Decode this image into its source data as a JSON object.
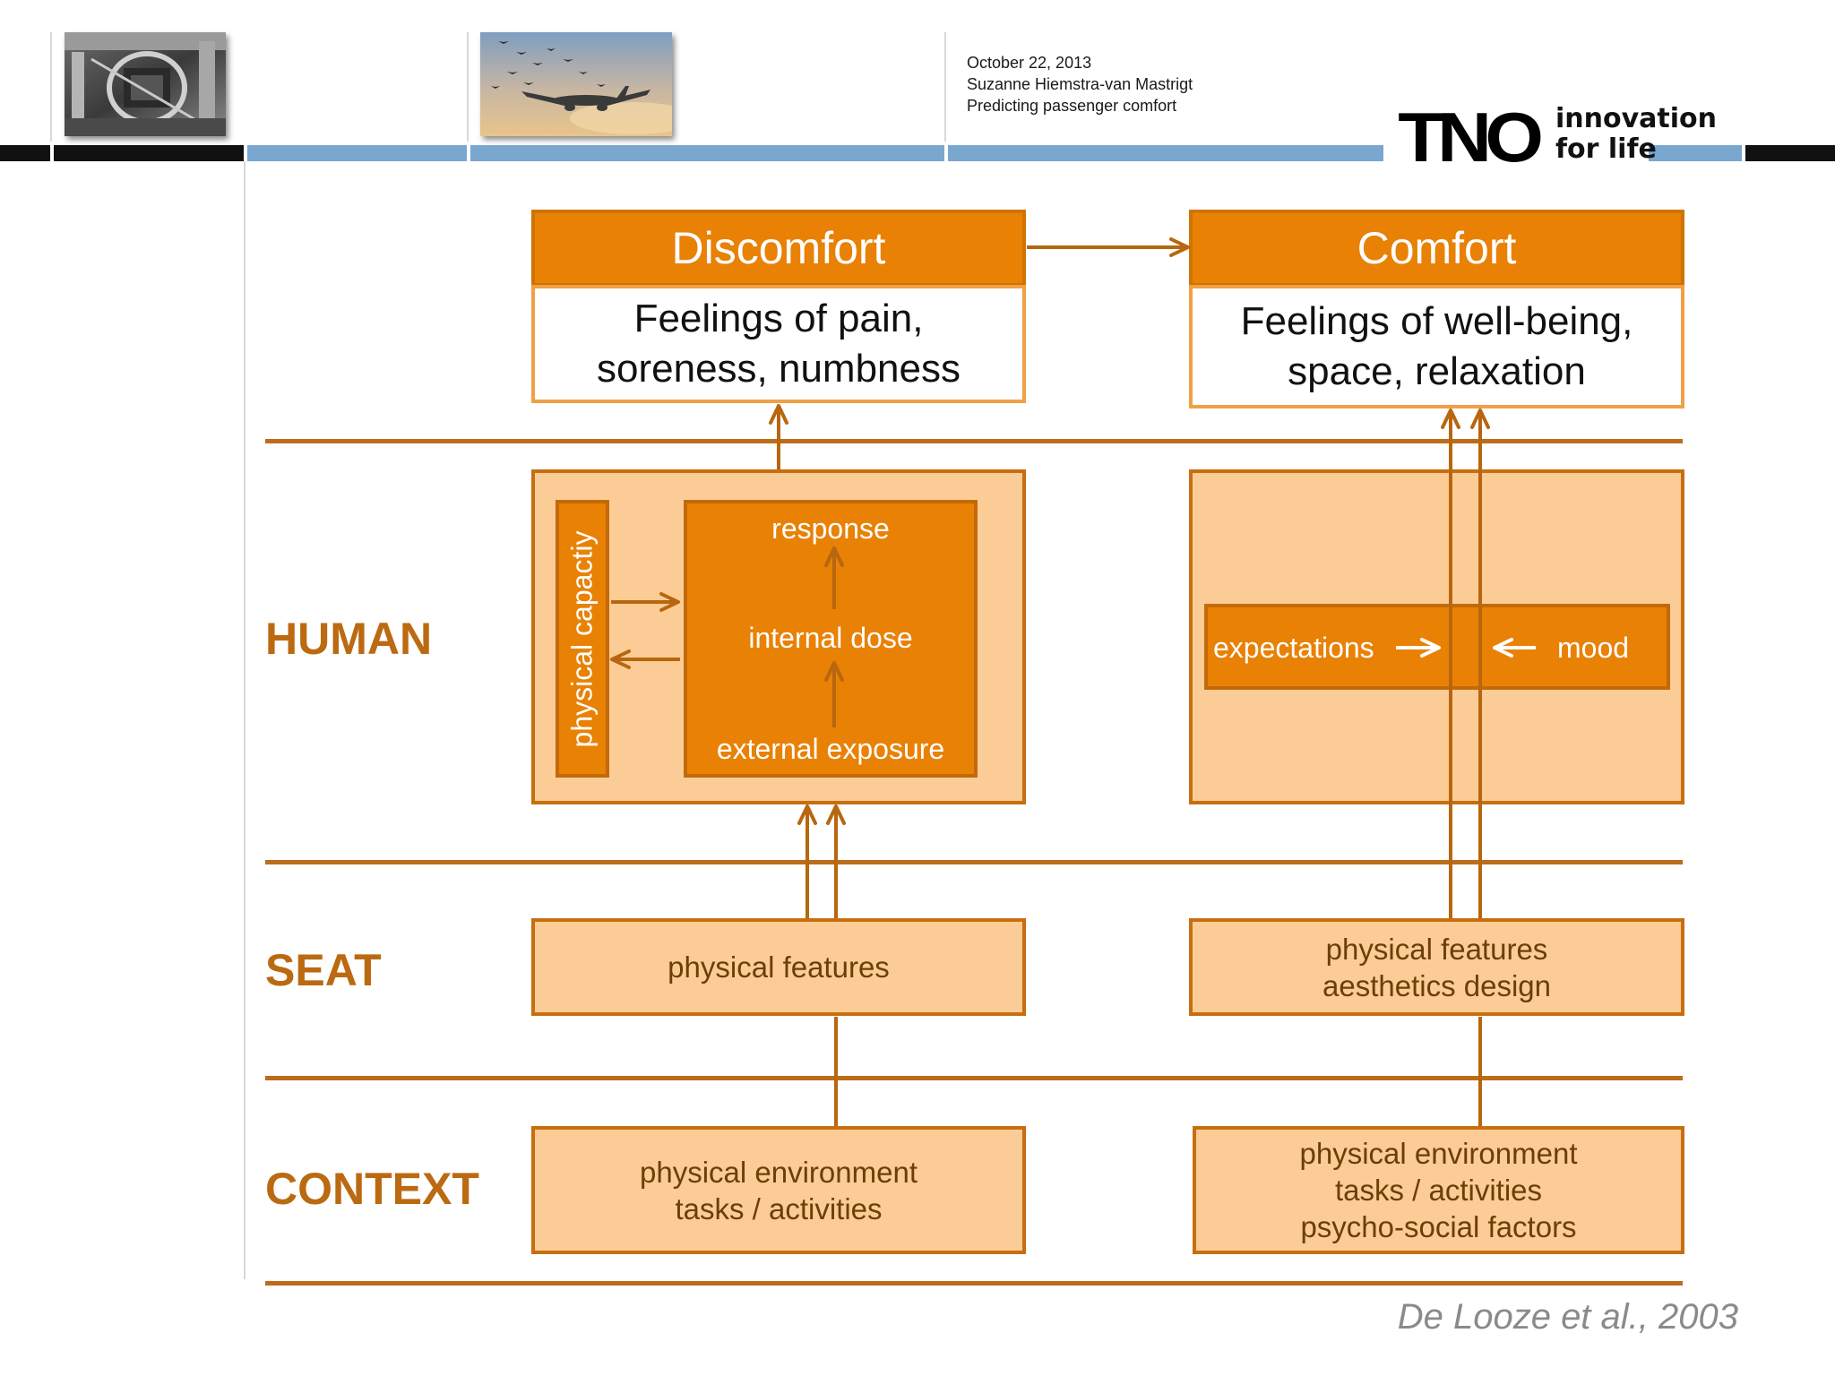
{
  "header": {
    "date": "October 22, 2013",
    "author": "Suzanne Hiemstra-van Mastrigt",
    "presentation_title": "Predicting passenger comfort",
    "logo_text": "TNO",
    "tagline_line1": "innovation",
    "tagline_line2": "for life",
    "thumbnails": [
      "thumbnail-1",
      "thumbnail-2"
    ]
  },
  "diagram": {
    "discomfort": {
      "title": "Discomfort",
      "line1": "Feelings of pain,",
      "line2": "soreness, numbness"
    },
    "comfort": {
      "title": "Comfort",
      "line1": "Feelings of well-being,",
      "line2": "space, relaxation"
    },
    "rows": {
      "human": "HUMAN",
      "seat": "SEAT",
      "context": "CONTEXT"
    },
    "human_left": {
      "capacity": "physical capactiy",
      "response": "response",
      "internal_dose": "internal dose",
      "external_exposure": "external exposure"
    },
    "human_right": {
      "expectations": "expectations",
      "mood": "mood"
    },
    "seat_left": {
      "line1": "physical features"
    },
    "seat_right": {
      "line1": "physical features",
      "line2": "aesthetics design"
    },
    "context_left": {
      "line1": "physical environment",
      "line2": "tasks / activities"
    },
    "context_right": {
      "line1": "physical environment",
      "line2": "tasks / activities",
      "line3": "psycho-social factors"
    },
    "citation": "De Looze et al., 2003"
  },
  "colors": {
    "orange_dark": "#e98105",
    "orange_light": "#fccc96",
    "brown": "#bb6d1a",
    "band_blue": "#7aa7cf"
  }
}
